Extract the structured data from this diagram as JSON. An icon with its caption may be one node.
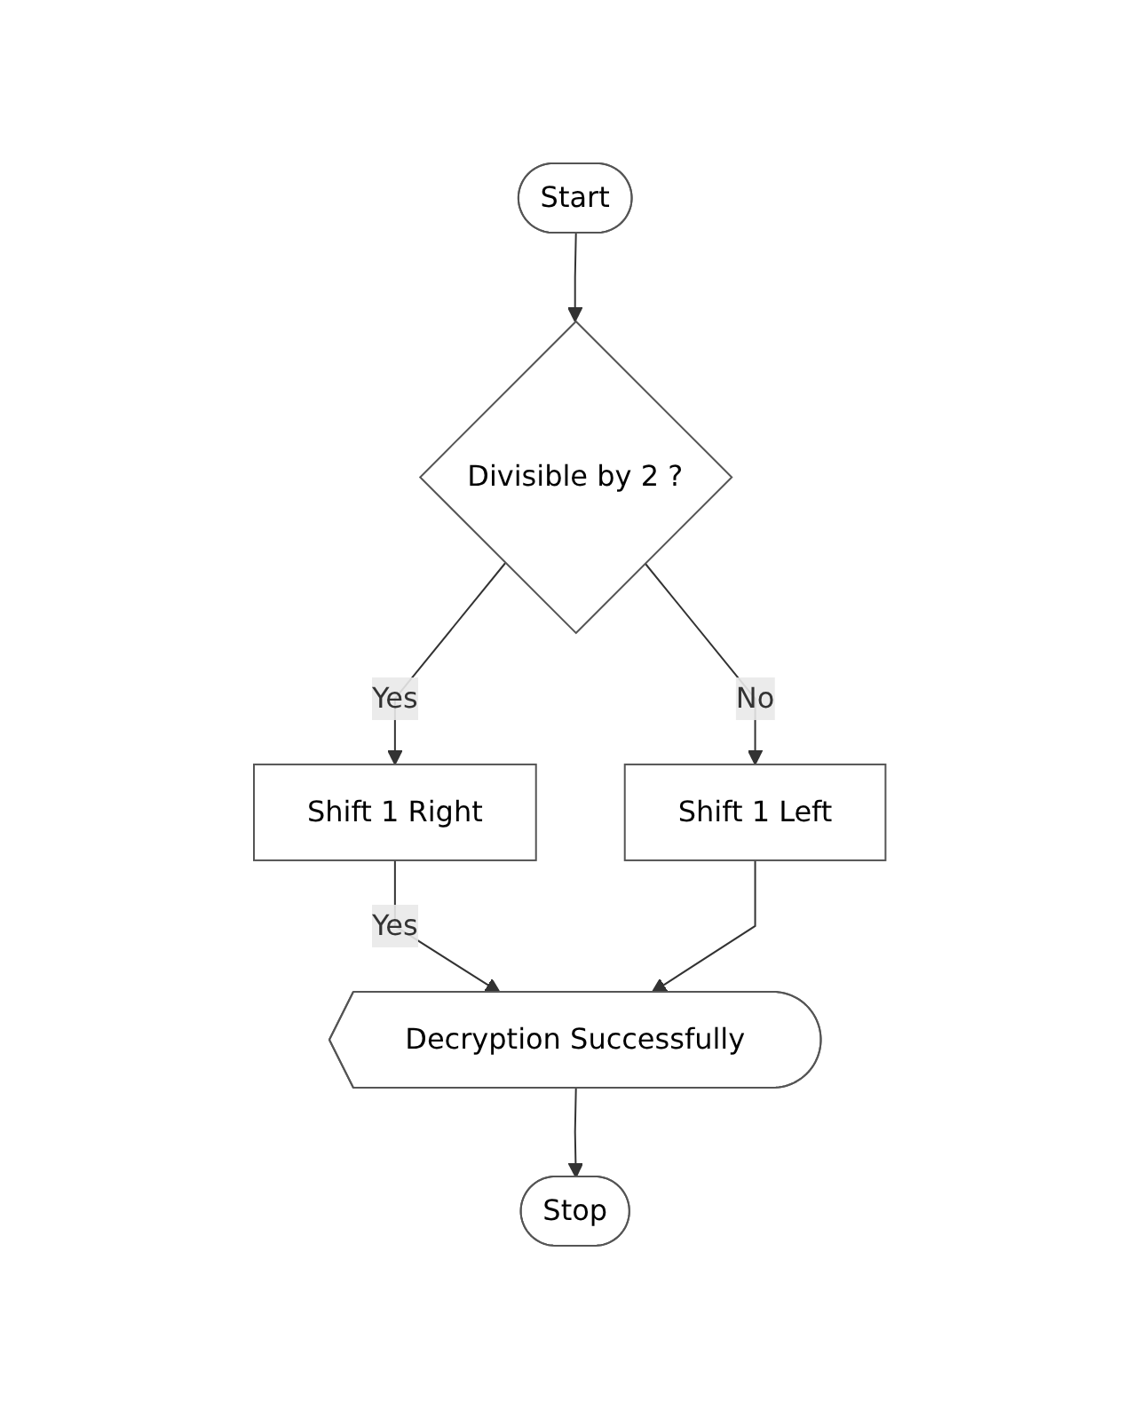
{
  "diagram": {
    "nodes": [
      {
        "text": [
          "Start"
        ]
      },
      {
        "text": [
          "Divisible by 2 ?"
        ]
      },
      {
        "text": [
          "Shift 1 Right"
        ]
      },
      {
        "text": [
          "Shift 1 Left"
        ]
      },
      {
        "text": [
          "Decryption Successfully"
        ]
      },
      {
        "text": [
          "Stop"
        ]
      }
    ],
    "edges": [
      {
        "from": 0,
        "to": 1,
        "arrow": "to"
      },
      {
        "from": 1,
        "to": 2,
        "arrow": "to",
        "label": "Yes"
      },
      {
        "from": 1,
        "to": 3,
        "arrow": "to",
        "label": "No"
      },
      {
        "from": 2,
        "to": 4,
        "arrow": "to",
        "label": "Yes"
      },
      {
        "from": 3,
        "to": 4,
        "arrow": "to"
      },
      {
        "from": 4,
        "to": 5,
        "arrow": "to"
      }
    ]
  }
}
